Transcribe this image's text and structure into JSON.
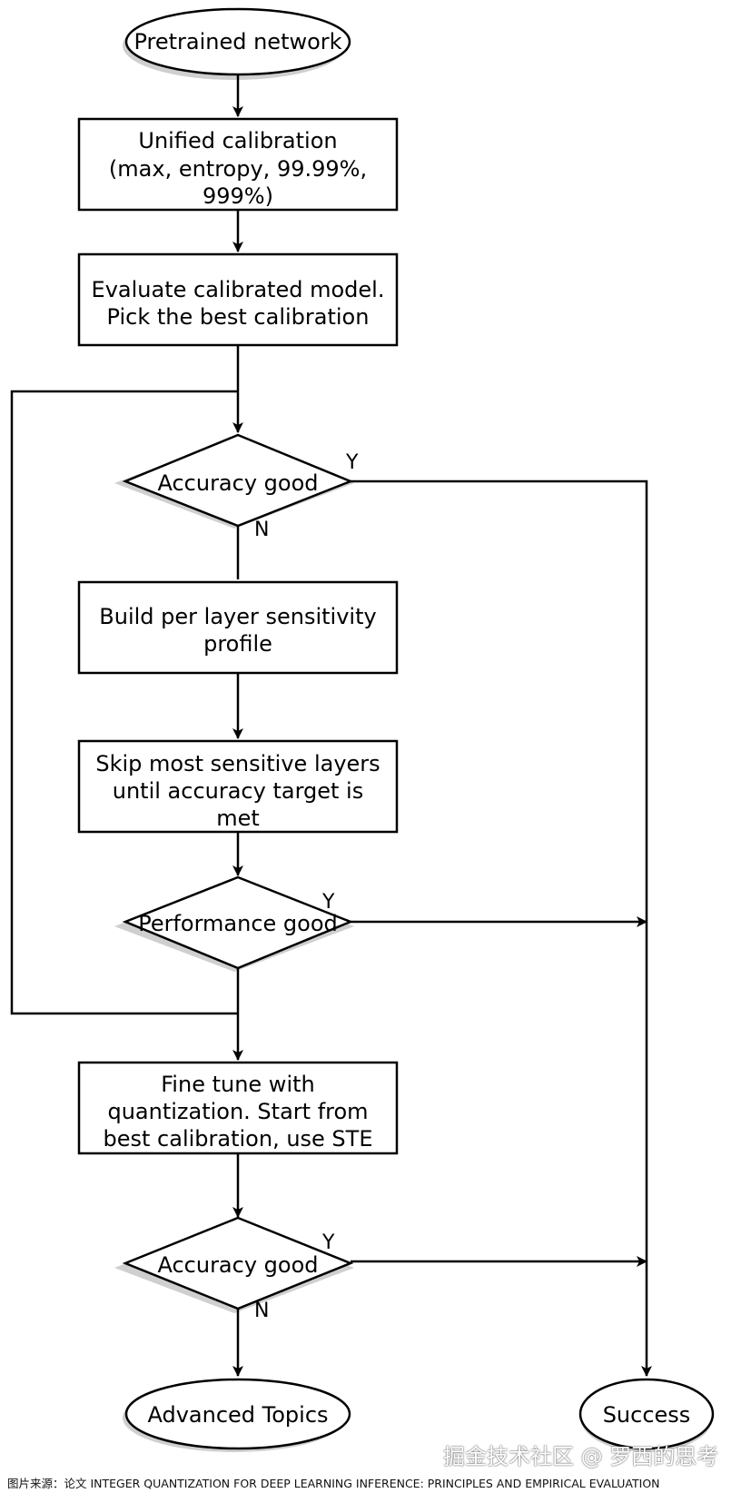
{
  "nodes": {
    "pretrained": {
      "lines": [
        "Pretrained network"
      ]
    },
    "unified": {
      "lines": [
        "Unified calibration",
        "(max, entropy, 99.99%,",
        "999%)"
      ]
    },
    "evaluate": {
      "lines": [
        "Evaluate calibrated model.",
        "Pick the best calibration"
      ]
    },
    "accuracy1": {
      "lines": [
        "Accuracy good"
      ]
    },
    "build": {
      "lines": [
        "Build per layer sensitivity",
        "profile"
      ]
    },
    "skip": {
      "lines": [
        "Skip most sensitive layers",
        "until accuracy target is",
        "met"
      ]
    },
    "performance": {
      "lines": [
        "Performance good"
      ]
    },
    "finetune": {
      "lines": [
        "Fine tune with",
        "quantization. Start from",
        "best calibration, use STE"
      ]
    },
    "accuracy2": {
      "lines": [
        "Accuracy good"
      ]
    },
    "advanced": {
      "lines": [
        "Advanced Topics"
      ]
    },
    "success": {
      "lines": [
        "Success"
      ]
    }
  },
  "branch_labels": {
    "acc1_yes": "Y",
    "acc1_no": "N",
    "perf_yes": "Y",
    "acc2_yes": "Y",
    "acc2_no": "N"
  },
  "caption": "图片来源：论文 INTEGER QUANTIZATION FOR DEEP LEARNING INFERENCE: PRINCIPLES AND EMPIRICAL EVALUATION",
  "watermark": "掘金技术社区 @ 罗西的思考",
  "colors": {
    "stroke": "#000000",
    "shadow": "#c8c8c8",
    "fill": "#ffffff"
  }
}
